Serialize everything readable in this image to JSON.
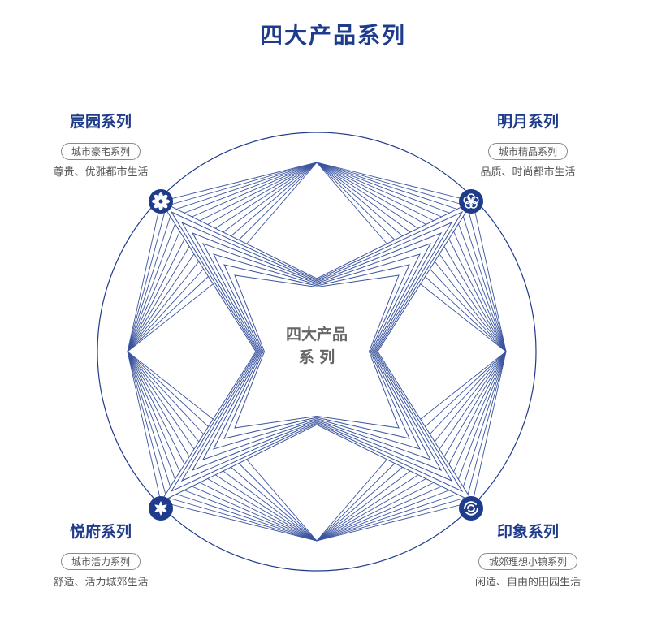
{
  "title": "四大产品系列",
  "center": {
    "line1": "四大产品",
    "line2": "系 列"
  },
  "colors": {
    "primary": "#1f3c8c",
    "stroke": "#3a54a0",
    "text": "#555555"
  },
  "series": [
    {
      "name": "宸园系列",
      "tag": "城市豪宅系列",
      "desc": "尊贵、优雅都市生活",
      "icon": "flower-icon"
    },
    {
      "name": "明月系列",
      "tag": "城市精品系列",
      "desc": "品质、时尚都市生活",
      "icon": "blossom-icon"
    },
    {
      "name": "悦府系列",
      "tag": "城市活力系列",
      "desc": "舒适、活力城郊生活",
      "icon": "lotus-icon"
    },
    {
      "name": "印象系列",
      "tag": "城郊理想小镇系列",
      "desc": "闲适、自由的田园生活",
      "icon": "swirl-icon"
    }
  ]
}
